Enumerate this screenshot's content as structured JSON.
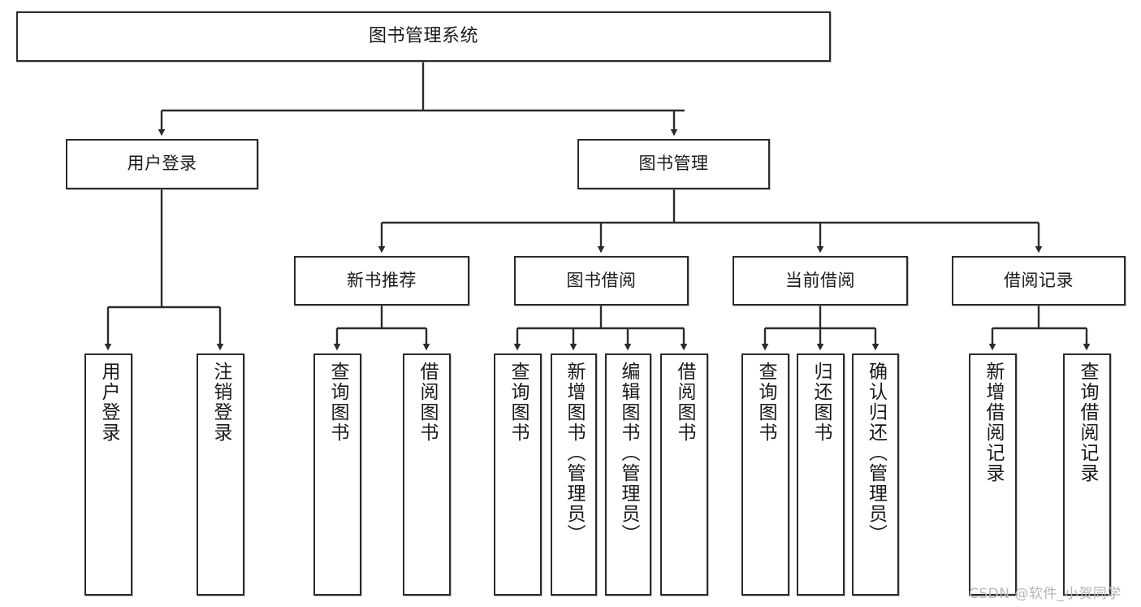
{
  "diagram": {
    "type": "tree",
    "title": "图书管理系统",
    "orientation": "top-down",
    "colors": {
      "box_border": "#2b2b2b",
      "box_fill": "#ffffff",
      "connector": "#2b2b2b",
      "text": "#1a1a1a",
      "watermark": "#b6b6b6",
      "background": "#ffffff"
    },
    "root": {
      "id": "root",
      "label": "图书管理系统"
    },
    "level2": [
      {
        "id": "user-login",
        "label": "用户登录"
      },
      {
        "id": "book-manage",
        "label": "图书管理"
      }
    ],
    "level3": [
      {
        "id": "new-book-recommend",
        "label": "新书推荐"
      },
      {
        "id": "book-borrow",
        "label": "图书借阅"
      },
      {
        "id": "current-borrow",
        "label": "当前借阅"
      },
      {
        "id": "borrow-record",
        "label": "借阅记录"
      }
    ],
    "leaves": {
      "user_login": [
        {
          "id": "leaf-user-login",
          "label": "用户登录"
        },
        {
          "id": "leaf-logout",
          "label": "注销登录"
        }
      ],
      "new_book_recommend": [
        {
          "id": "leaf-query-book-1",
          "label": "查询图书"
        },
        {
          "id": "leaf-borrow-book-1",
          "label": "借阅图书"
        }
      ],
      "book_borrow": [
        {
          "id": "leaf-query-book-2",
          "label": "查询图书"
        },
        {
          "id": "leaf-add-book",
          "label": "新增图书（管理员）"
        },
        {
          "id": "leaf-edit-book",
          "label": "编辑图书（管理员）"
        },
        {
          "id": "leaf-borrow-book-2",
          "label": "借阅图书"
        }
      ],
      "current_borrow": [
        {
          "id": "leaf-query-book-3",
          "label": "查询图书"
        },
        {
          "id": "leaf-return-book",
          "label": "归还图书"
        },
        {
          "id": "leaf-confirm-return",
          "label": "确认归还（管理员）"
        }
      ],
      "borrow_record": [
        {
          "id": "leaf-add-record",
          "label": "新增借阅记录"
        },
        {
          "id": "leaf-query-record",
          "label": "查询借阅记录"
        }
      ]
    }
  },
  "watermark": {
    "text": "CSDN @软件_小贺同学"
  }
}
